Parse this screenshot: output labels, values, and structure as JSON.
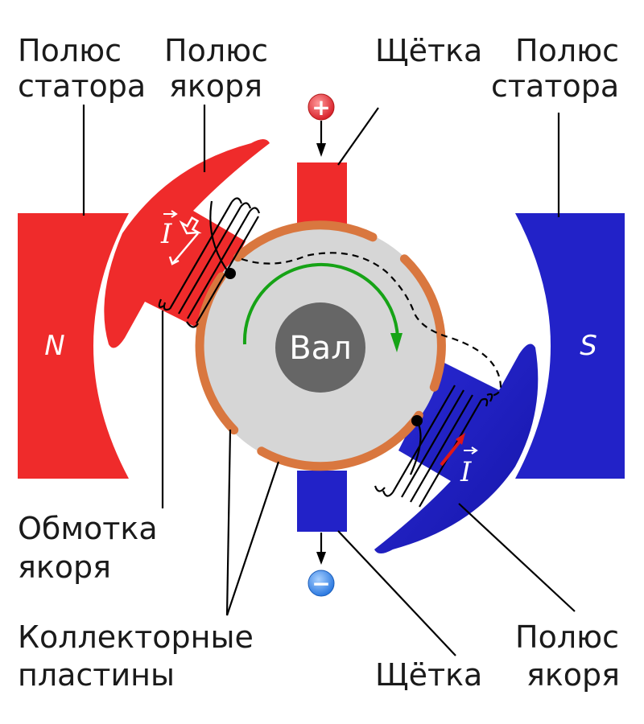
{
  "labels": {
    "stator_pole_left": [
      "Полюс",
      "статора"
    ],
    "armature_pole_top": [
      "Полюс",
      "якоря"
    ],
    "brush_top": "Щётка",
    "stator_pole_right": [
      "Полюс",
      "статора"
    ],
    "armature_winding": [
      "Обмотка",
      "якоря"
    ],
    "commutator_plates": [
      "Коллекторные",
      "пластины"
    ],
    "brush_bottom": "Щётка",
    "armature_pole_bottom": [
      "Полюс",
      "якоря"
    ]
  },
  "poles": {
    "north": "N",
    "south": "S"
  },
  "shaft": "Вал",
  "current_symbol": "I",
  "terminals": {
    "positive": "+",
    "negative": "−"
  },
  "colors": {
    "north": "#ef2b2b",
    "south": "#2222c8",
    "commutator": "#d9773f",
    "rotor": "#d6d6d6",
    "shaft": "#666666",
    "rotation_arrow": "#16a316",
    "current_arrow_south": "#e01818"
  }
}
